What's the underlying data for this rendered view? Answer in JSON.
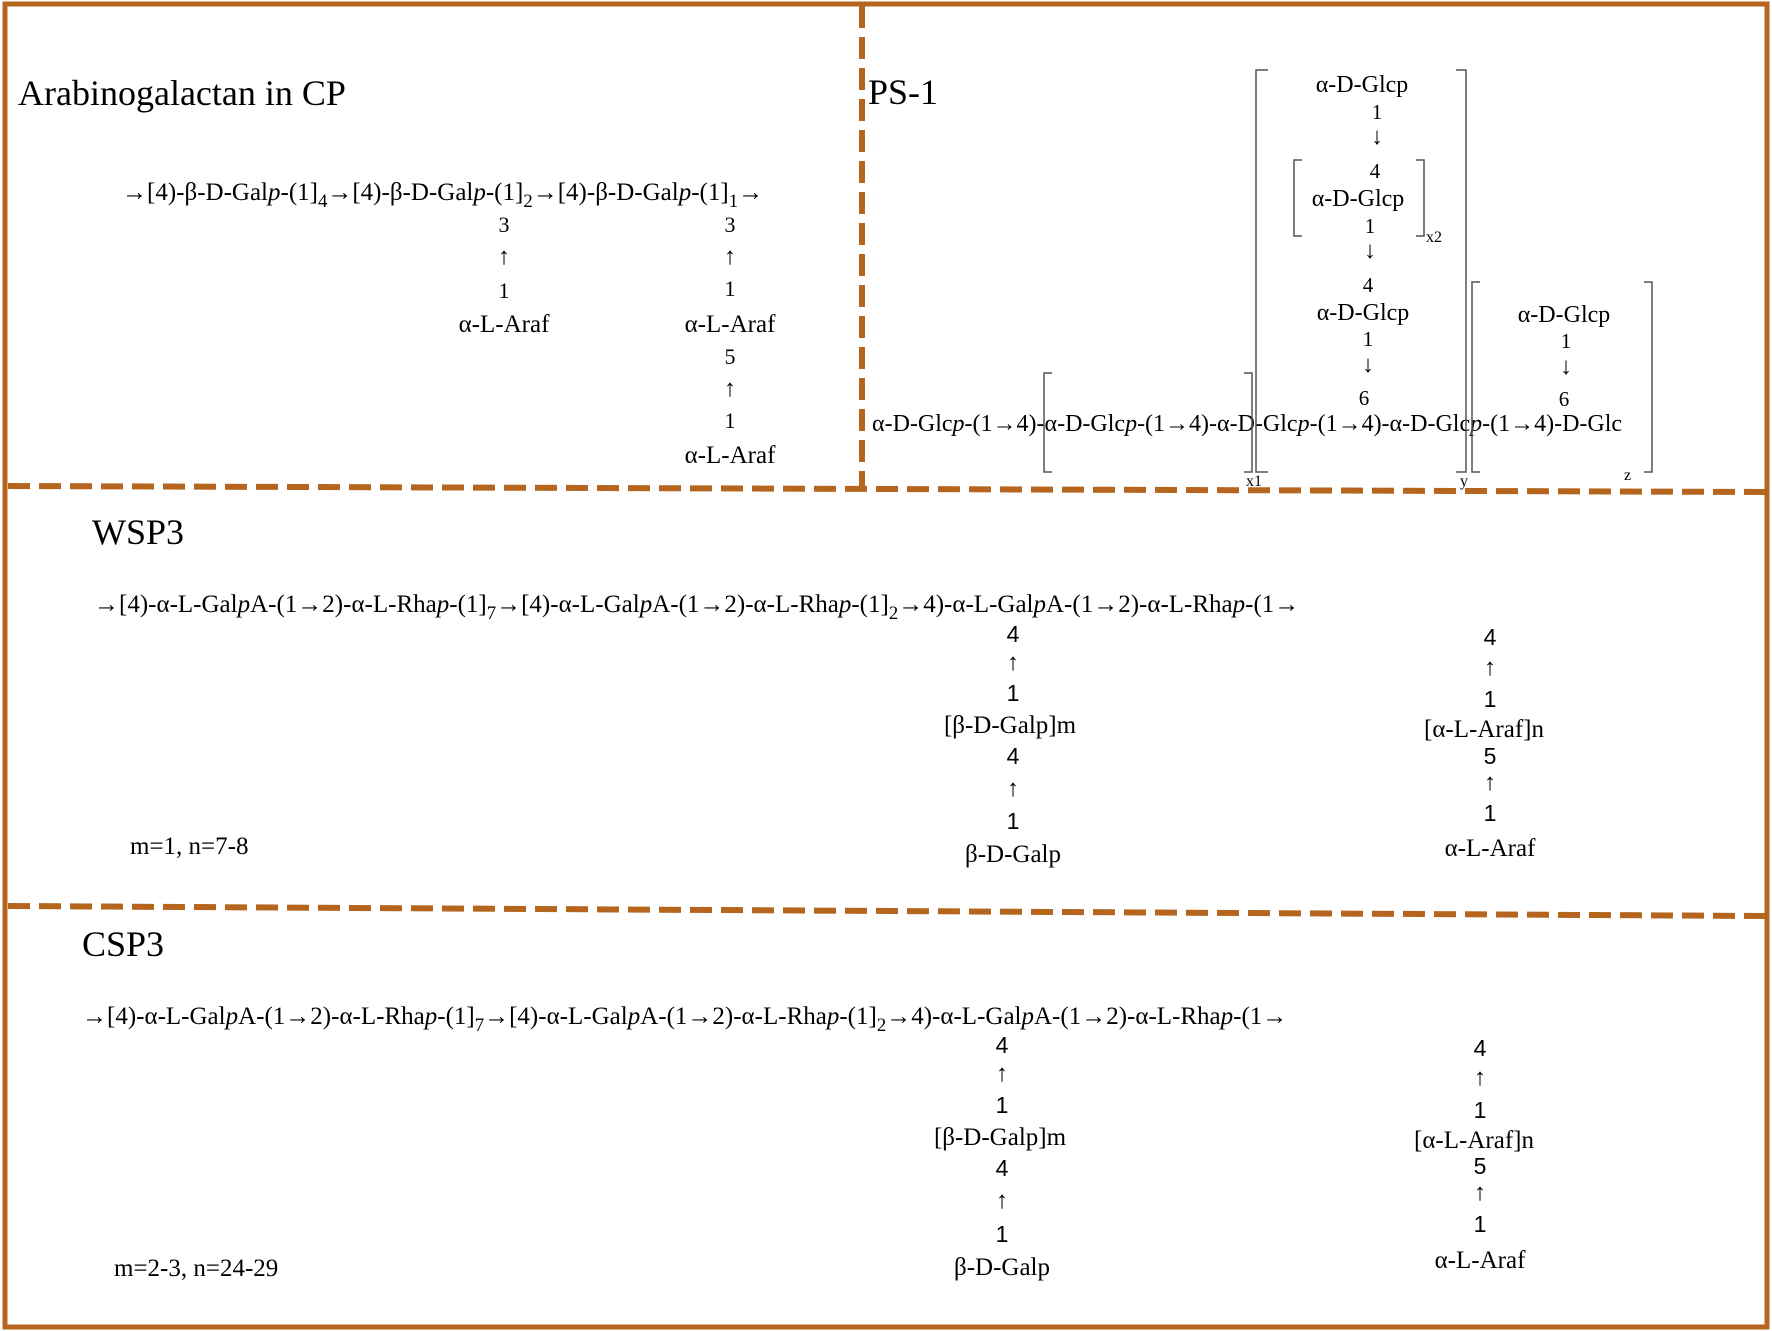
{
  "colors": {
    "frame": "#B5651D",
    "text": "#000000",
    "bracket": "#555555"
  },
  "panels": {
    "cp": {
      "title": "Arabinogalactan in CP",
      "main_chain": [
        {
          "t": "→[4)-β-D-Gal"
        },
        {
          "t": "p",
          "i": true
        },
        {
          "t": "-(1]"
        },
        {
          "t": "4",
          "sub": true
        },
        {
          "t": "→[4)-β-D-Gal"
        },
        {
          "t": "p",
          "i": true
        },
        {
          "t": "-(1]"
        },
        {
          "t": "2",
          "sub": true
        },
        {
          "t": "→[4)-β-D-Gal"
        },
        {
          "t": "p",
          "i": true
        },
        {
          "t": "-(1]"
        },
        {
          "t": "1",
          "sub": true
        },
        {
          "t": "→"
        }
      ],
      "branch1": [
        "3",
        "1",
        "α-L-Araf"
      ],
      "branch2": [
        "3",
        "1",
        "α-L-Araf",
        "5",
        "1",
        "α-L-Araf"
      ]
    },
    "ps1": {
      "title": "PS-1",
      "main_chain": [
        {
          "t": "α-D-Glc"
        },
        {
          "t": "p",
          "i": true
        },
        {
          "t": "-(1→4)-α-D-Glc"
        },
        {
          "t": "p",
          "i": true
        },
        {
          "t": "-(1→4)-α-D-Glc"
        },
        {
          "t": "p",
          "i": true
        },
        {
          "t": "-(1→4)-α-D-Glc"
        },
        {
          "t": "p",
          "i": true
        },
        {
          "t": "-(1→4)-D-Glc"
        }
      ],
      "big_branch": [
        "α-D-Glcp",
        "1",
        "4",
        "α-D-Glcp",
        "1",
        "4",
        "α-D-Glcp",
        "1",
        "6"
      ],
      "small_branch": [
        "α-D-Glcp",
        "1",
        "6"
      ],
      "subscripts": {
        "x1": "x1",
        "x2": "x2",
        "y": "y",
        "z": "z"
      }
    },
    "wsp3": {
      "title": "WSP3",
      "main_chain": [
        {
          "t": "→[4)-α-L-Gal"
        },
        {
          "t": "p",
          "i": true
        },
        {
          "t": "A-(1→2)-α-L-Rha"
        },
        {
          "t": "p",
          "i": true
        },
        {
          "t": "-(1]"
        },
        {
          "t": "7",
          "sub": true
        },
        {
          "t": "→[4)-α-L-Gal"
        },
        {
          "t": "p",
          "i": true
        },
        {
          "t": "A-(1→2)-α-L-Rha"
        },
        {
          "t": "p",
          "i": true
        },
        {
          "t": "-(1]"
        },
        {
          "t": "2",
          "sub": true
        },
        {
          "t": "→4)-α-L-Gal"
        },
        {
          "t": "p",
          "i": true
        },
        {
          "t": "A-(1→2)-α-L-Rha"
        },
        {
          "t": "p",
          "i": true
        },
        {
          "t": "-(1→"
        }
      ],
      "gal_branch": [
        "4",
        "1",
        "[β-D-Galp]m",
        "4",
        "1",
        "β-D-Galp"
      ],
      "ara_branch": [
        "4",
        "1",
        "[α-L-Araf]n",
        "5",
        "1",
        "α-L-Araf"
      ],
      "note": "m=1, n=7-8"
    },
    "csp3": {
      "title": "CSP3",
      "main_chain": [
        {
          "t": "→[4)-α-L-Gal"
        },
        {
          "t": "p",
          "i": true
        },
        {
          "t": "A-(1→2)-α-L-Rha"
        },
        {
          "t": "p",
          "i": true
        },
        {
          "t": "-(1]"
        },
        {
          "t": "7",
          "sub": true
        },
        {
          "t": "→[4)-α-L-Gal"
        },
        {
          "t": "p",
          "i": true
        },
        {
          "t": "A-(1→2)-α-L-Rha"
        },
        {
          "t": "p",
          "i": true
        },
        {
          "t": "-(1]"
        },
        {
          "t": "2",
          "sub": true
        },
        {
          "t": "→4)-α-L-Gal"
        },
        {
          "t": "p",
          "i": true
        },
        {
          "t": "A-(1→2)-α-L-Rha"
        },
        {
          "t": "p",
          "i": true
        },
        {
          "t": "-(1→"
        }
      ],
      "gal_branch": [
        "4",
        "1",
        "[β-D-Galp]m",
        "4",
        "1",
        "β-D-Galp"
      ],
      "ara_branch": [
        "4",
        "1",
        "[α-L-Araf]n",
        "5",
        "1",
        "α-L-Araf"
      ],
      "note": "m=2-3, n=24-29"
    }
  }
}
